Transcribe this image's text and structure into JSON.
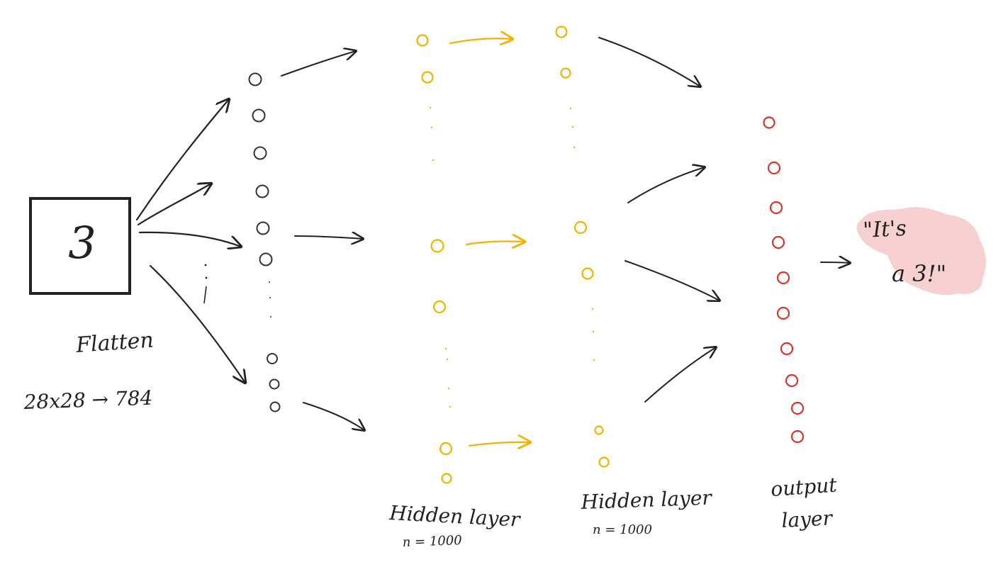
{
  "input": {
    "digit": "3",
    "flatten_label": "Flatten",
    "shape_label": "28x28 → 784"
  },
  "layers": {
    "hidden1": {
      "title": "Hidden layer",
      "size": "n = 1000"
    },
    "hidden2": {
      "title": "Hidden layer",
      "size": "n = 1000"
    },
    "output": {
      "title_line1": "output",
      "title_line2": "layer"
    }
  },
  "prediction": {
    "line1": "\"It's",
    "line2": "a 3!\""
  },
  "colors": {
    "ink": "#222222",
    "hidden": "#f0b400",
    "output": "#d9342b",
    "highlight": "#f6c9c9"
  }
}
